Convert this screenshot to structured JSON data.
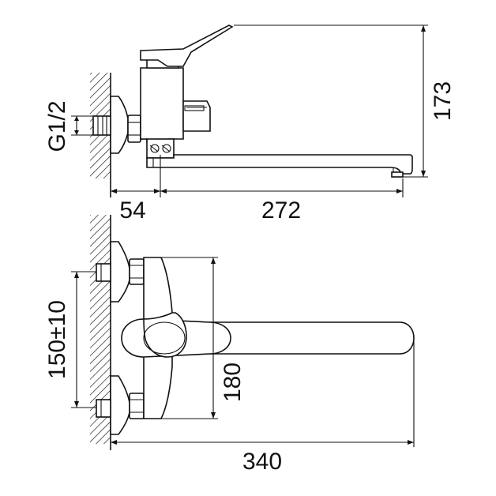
{
  "dimensions": {
    "height_top": "173",
    "thread": "G1/2",
    "offset_wall": "54",
    "spout_reach": "272",
    "center_distance": "150±10",
    "body_height": "180",
    "total_length": "340"
  },
  "colors": {
    "line": "#111111",
    "background": "#ffffff"
  }
}
